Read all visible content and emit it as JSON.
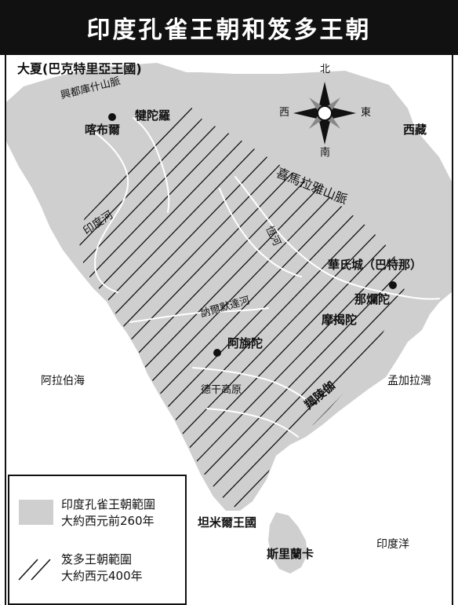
{
  "title": "印度孔雀王朝和笈多王朝",
  "colors": {
    "maurya_fill": "#cfcfcf",
    "gupta_hatch": "#111111",
    "river": "#ffffff",
    "title_bg": "#111111"
  },
  "compass": {
    "north": "北",
    "south": "南",
    "east": "東",
    "west": "西"
  },
  "labels": {
    "bactria": "大夏(巴克特里亞王國)",
    "hindu_kush": "興都庫什山脈",
    "kabul": "喀布爾",
    "gandhara": "犍陀羅",
    "tibet": "西藏",
    "himalaya": "喜馬拉雅山脈",
    "indus": "印度河",
    "ganges": "恆河",
    "pataliputra": "華氏城（巴特那）",
    "nalanda": "那爛陀",
    "magadha": "摩揭陀",
    "narmada": "訥爾默達河",
    "ajanta": "阿旃陀",
    "arabian_sea": "阿拉伯海",
    "deccan": "德干高原",
    "kalinga": "羯陵伽",
    "bay_of_bengal": "孟加拉灣",
    "tamil": "坦米爾王國",
    "sri_lanka": "斯里蘭卡",
    "indian_ocean": "印度洋"
  },
  "legend": {
    "maurya_line1": "印度孔雀王朝範圍",
    "maurya_line2": "大約西元前260年",
    "gupta_line1": "笈多王朝範圍",
    "gupta_line2": "大約西元400年"
  }
}
